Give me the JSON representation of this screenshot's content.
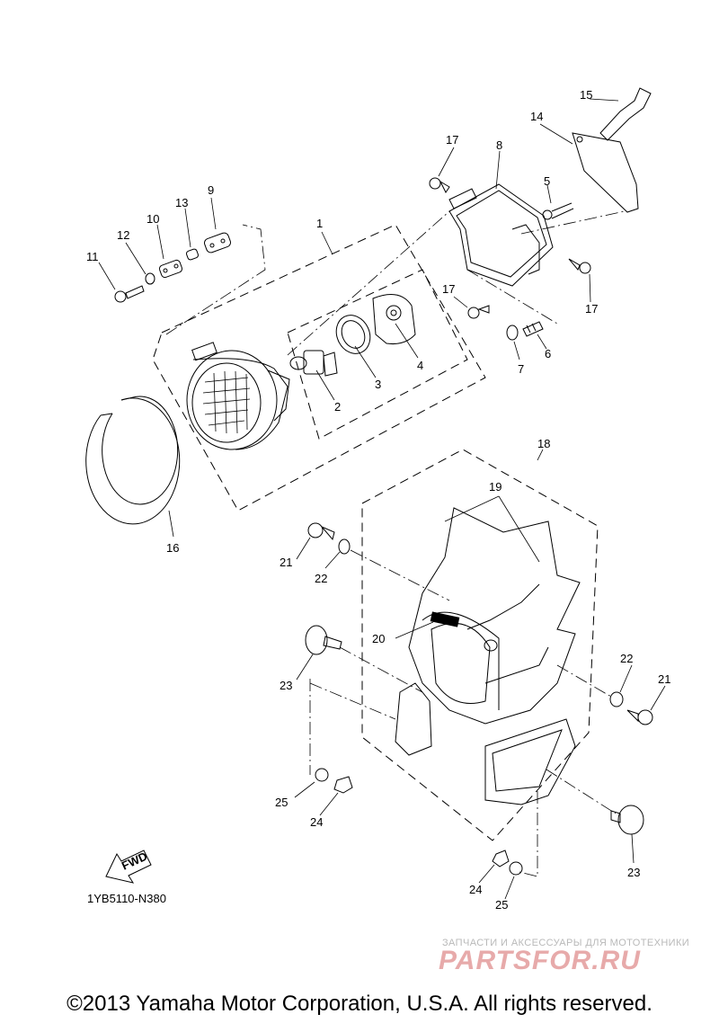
{
  "callouts": {
    "c1": "1",
    "c2": "2",
    "c3": "3",
    "c4": "4",
    "c5": "5",
    "c6": "6",
    "c7": "7",
    "c8": "8",
    "c9": "9",
    "c10": "10",
    "c11": "11",
    "c12": "12",
    "c13": "13",
    "c14": "14",
    "c15": "15",
    "c16": "16",
    "c17a": "17",
    "c17b": "17",
    "c17c": "17",
    "c18": "18",
    "c19": "19",
    "c20": "20",
    "c21a": "21",
    "c21b": "21",
    "c22a": "22",
    "c22b": "22",
    "c23a": "23",
    "c23b": "23",
    "c24a": "24",
    "c24b": "24",
    "c25a": "25",
    "c25b": "25"
  },
  "fwd_label": "FWD",
  "diagram_ref": "1YB5110-N380",
  "watermark": {
    "tagline": "ЗАПЧАСТИ И АКСЕССУАРЫ ДЛЯ МОТОТЕХНИКИ",
    "brand": "PARTSFOR.RU"
  },
  "copyright": "©2013 Yamaha Motor Corporation, U.S.A. All rights reserved."
}
